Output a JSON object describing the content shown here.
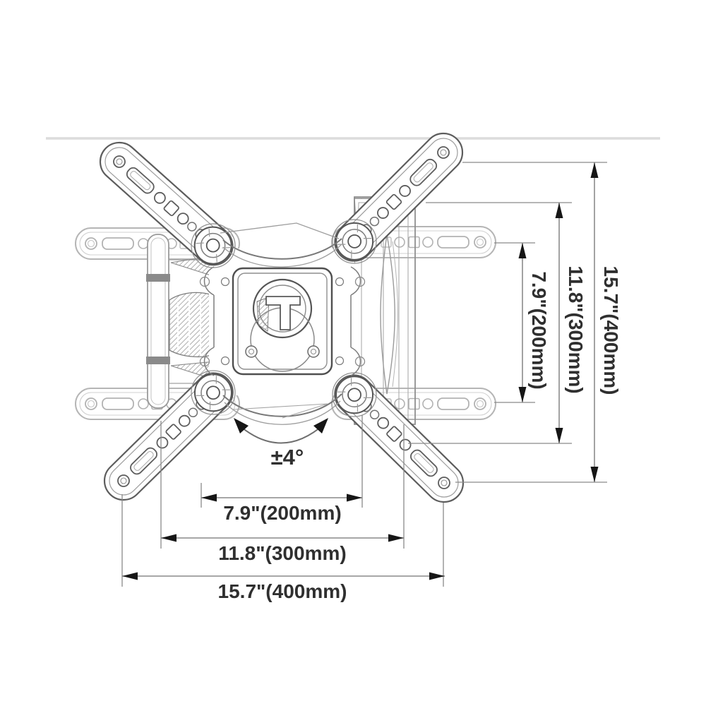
{
  "diagram": {
    "kind": "technical line drawing of articulating TV wall mount bracket",
    "angle_label": "±4°",
    "vesa_dimensions": {
      "horizontal": [
        {
          "label": "7.9\"(200mm)",
          "inches": 7.9,
          "mm": 200
        },
        {
          "label": "11.8\"(300mm)",
          "inches": 11.8,
          "mm": 300
        },
        {
          "label": "15.7\"(400mm)",
          "inches": 15.7,
          "mm": 400
        }
      ],
      "vertical": [
        {
          "label": "7.9\"(200mm)",
          "inches": 7.9,
          "mm": 200
        },
        {
          "label": "11.8\"(300mm)",
          "inches": 11.8,
          "mm": 300
        },
        {
          "label": "15.7\"(400mm)",
          "inches": 15.7,
          "mm": 400
        }
      ]
    },
    "colors": {
      "background": "#ffffff",
      "drawing_line": "#606060",
      "ghost_line": "#b5b5b5",
      "dimension_line": "#8a8a8a",
      "arrow": "#161616",
      "label_text": "#2f2f2f",
      "divider": "#dcdcdc"
    }
  }
}
